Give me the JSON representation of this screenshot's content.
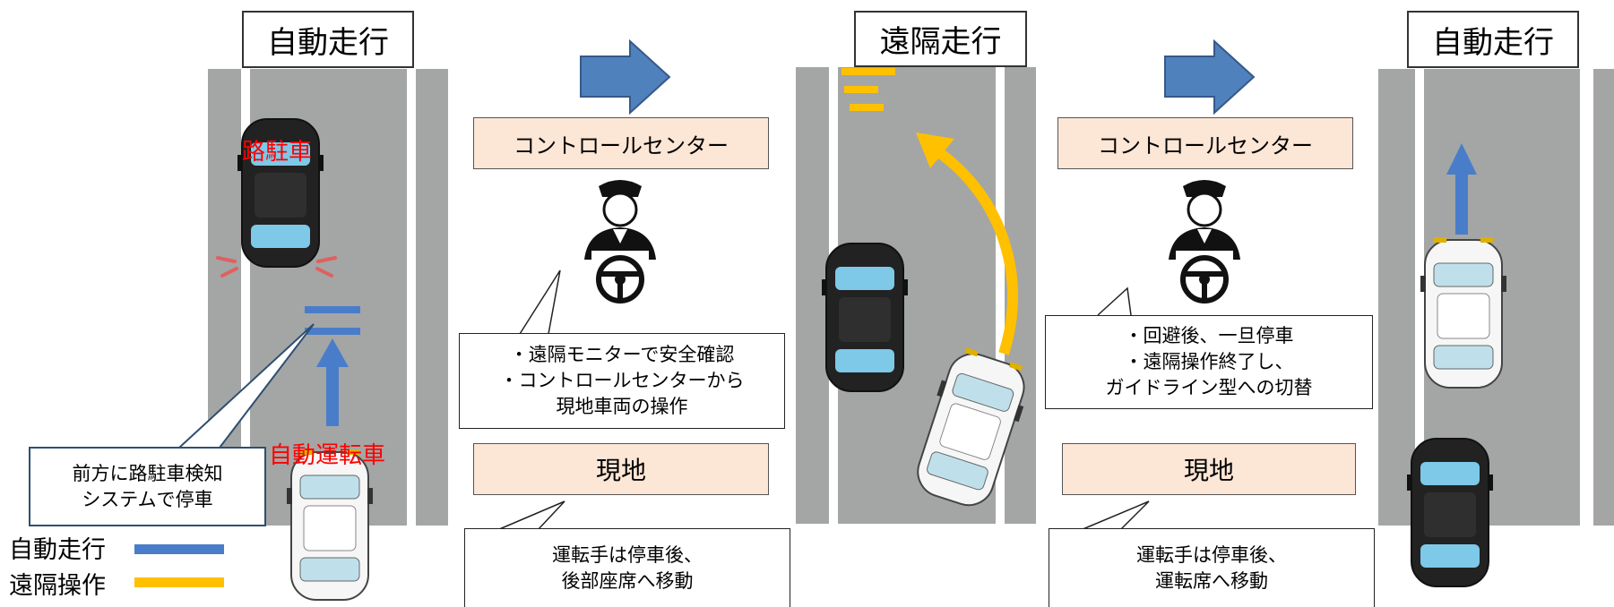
{
  "phases": [
    {
      "label": "自動走行"
    },
    {
      "label": "遠隔走行"
    },
    {
      "label": "自動走行"
    }
  ],
  "panel1": {
    "parked_car_label": "路駐車",
    "auto_car_label": "自動運転車",
    "callout": [
      "前方に路駐車検知",
      "システムで停車"
    ]
  },
  "transition1": {
    "center_label": "コントロールセンター",
    "center_note": [
      "・遠隔モニターで安全確認",
      "・コントロールセンターから",
      "現地車両の操作"
    ],
    "site_label": "現地",
    "site_note": [
      "運転手は停車後、",
      "後部座席へ移動"
    ]
  },
  "transition2": {
    "center_label": "コントロールセンター",
    "center_note": [
      "・回避後、一旦停車",
      "・遠隔操作終了し、",
      "ガイドライン型への切替"
    ],
    "site_label": "現地",
    "site_note": [
      "運転手は停車後、",
      "運転席へ移動"
    ]
  },
  "legend": [
    {
      "label": "自動走行",
      "color": "#4a7dc9"
    },
    {
      "label": "遠隔操作",
      "color": "#ffc000"
    }
  ],
  "colors": {
    "auto": "#4a7dc9",
    "remote": "#ffc000",
    "arrow": "#4f81bd",
    "road": "#a3a6a5"
  }
}
